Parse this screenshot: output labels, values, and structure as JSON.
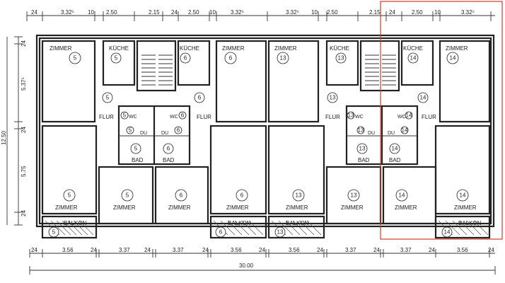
{
  "dims_top": [
    "24",
    "3.32⁵",
    "10",
    "2.50",
    "2.15",
    "24",
    "2.50",
    "10",
    "3.32⁵",
    "3.32⁵",
    "10",
    "2.50",
    "2.15",
    "24",
    "2.50",
    "10",
    "3.32⁵"
  ],
  "dims_bottom": [
    "24",
    "3.56",
    "24",
    "3.37",
    "24",
    "3.37",
    "24",
    "3.56",
    "24",
    "3.56",
    "24",
    "3.37",
    "24",
    "3.37",
    "24",
    "3.56",
    "24"
  ],
  "overall_width": "30.00",
  "dims_left": [
    "24",
    "5.37⁵",
    "24",
    "5.75",
    "24"
  ],
  "overall_height": "12.50",
  "rooms": {
    "zimmer": "ZIMMER",
    "kueche": "KÜCHE",
    "flur": "FLUR",
    "wc": "WC",
    "du": "DU",
    "bad": "BAD",
    "balkon": "BALKON"
  },
  "unit_numbers": [
    "5",
    "6",
    "13",
    "14"
  ],
  "highlight_color": "#d03a2f"
}
